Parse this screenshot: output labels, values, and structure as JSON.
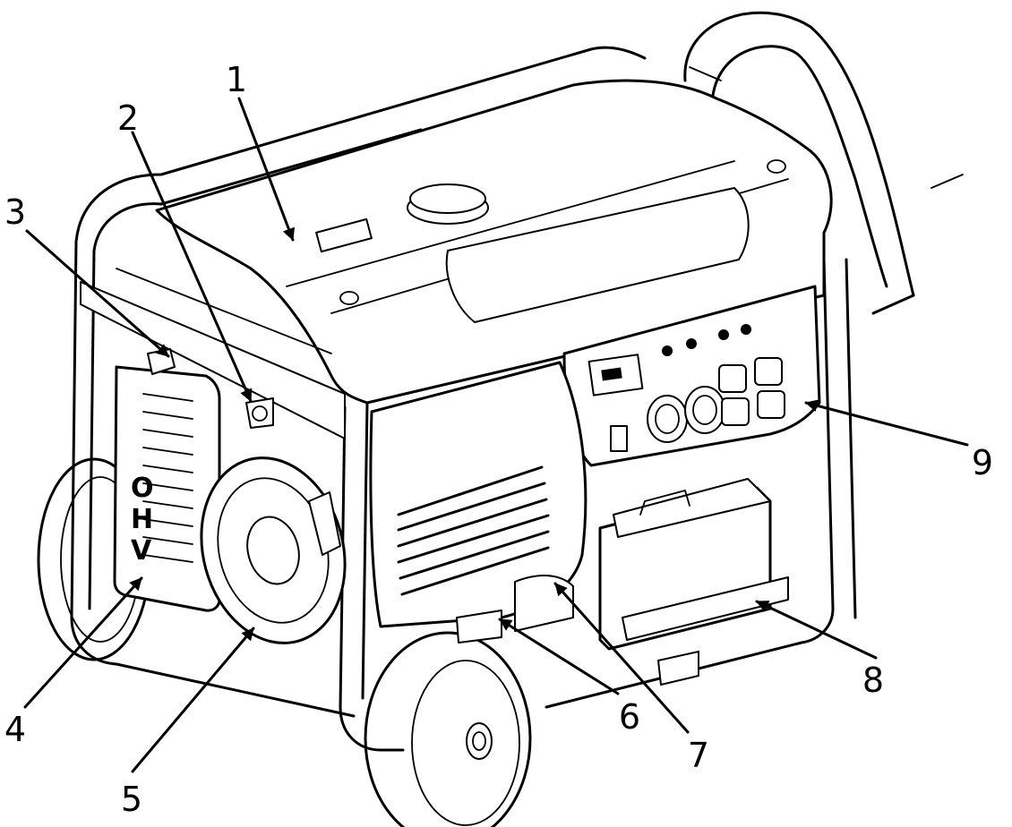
{
  "engine_marking": [
    "O",
    "H",
    "V"
  ],
  "callouts": [
    {
      "number": "1"
    },
    {
      "number": "2"
    },
    {
      "number": "3"
    },
    {
      "number": "4"
    },
    {
      "number": "5"
    },
    {
      "number": "6"
    },
    {
      "number": "7"
    },
    {
      "number": "8"
    },
    {
      "number": "9"
    }
  ]
}
